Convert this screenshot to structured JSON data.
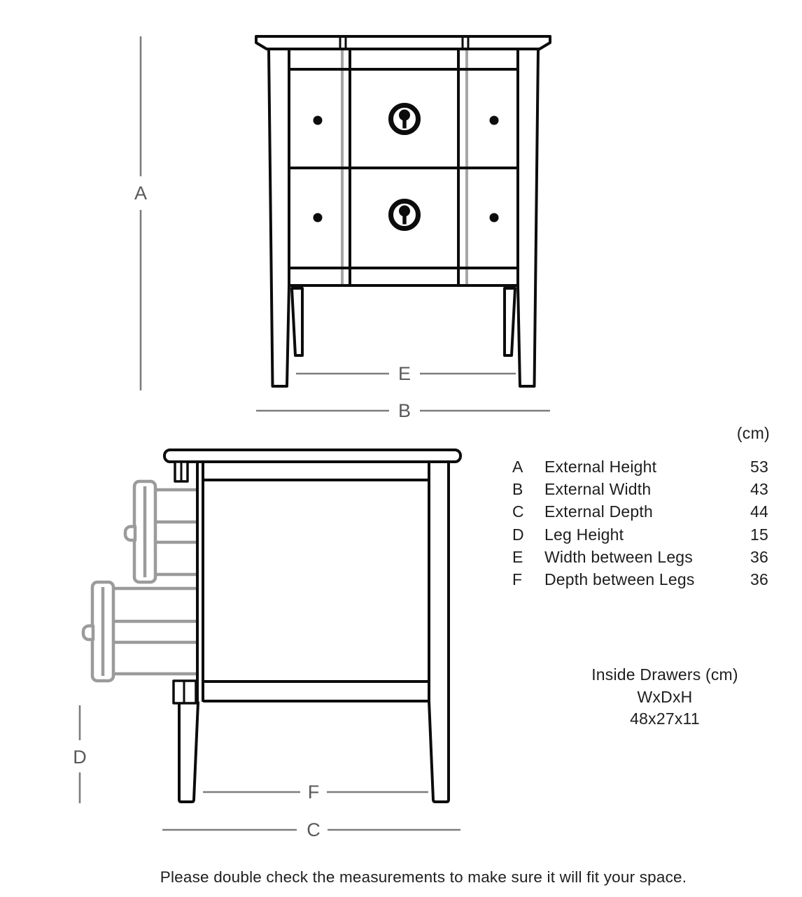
{
  "units_label": "(cm)",
  "dimension_table": {
    "rows": [
      {
        "letter": "A",
        "name": "External Height",
        "value": "53"
      },
      {
        "letter": "B",
        "name": "External Width",
        "value": "43"
      },
      {
        "letter": "C",
        "name": "External Depth",
        "value": "44"
      },
      {
        "letter": "D",
        "name": "Leg Height",
        "value": "15"
      },
      {
        "letter": "E",
        "name": "Width between Legs",
        "value": "36"
      },
      {
        "letter": "F",
        "name": "Depth between Legs",
        "value": "36"
      }
    ]
  },
  "inside_drawers": {
    "title": "Inside Drawers (cm)",
    "format": "WxDxH",
    "dimensions": "48x27x11"
  },
  "footer_note": "Please double check the measurements to make sure it will fit your space.",
  "diagram": {
    "labels": {
      "a": "A",
      "b": "B",
      "c": "C",
      "d": "D",
      "e": "E",
      "f": "F"
    }
  },
  "colors": {
    "line_black": "#0c0c0c",
    "drawer_gray": "#9b9b9b",
    "dimension_gray": "#7d7d7d",
    "label_gray": "#58595b",
    "text_dark": "#1e1e1e"
  }
}
